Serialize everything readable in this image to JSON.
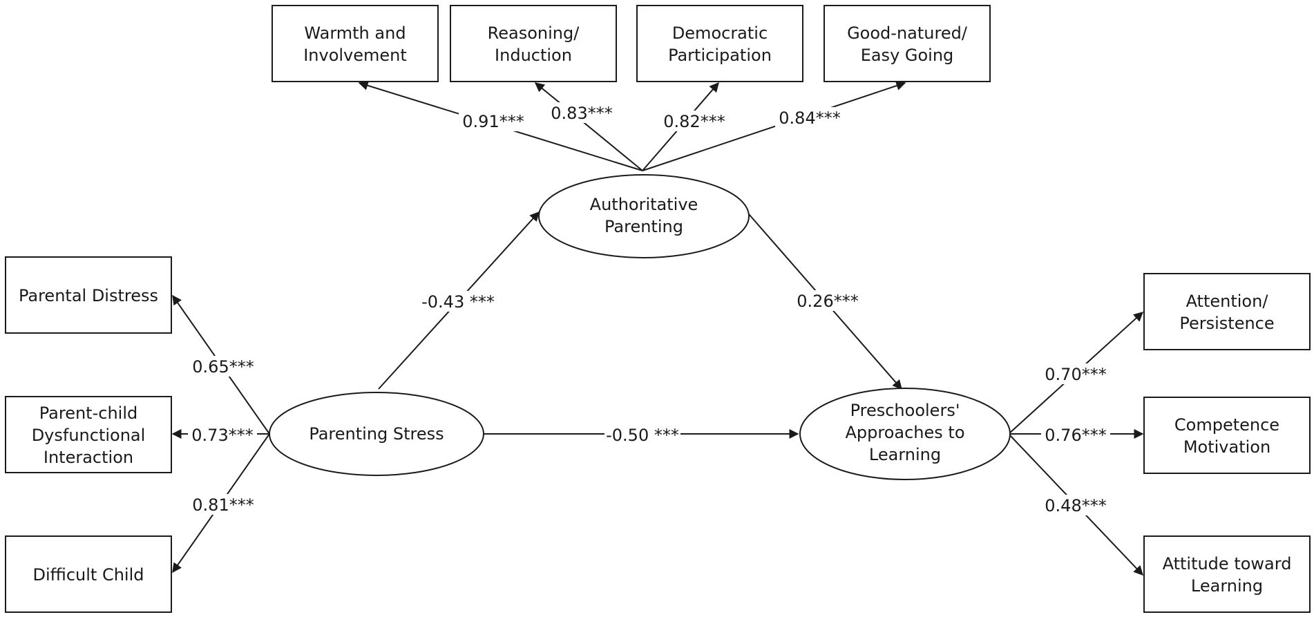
{
  "latent": {
    "authoritative": [
      "Authoritative",
      "Parenting"
    ],
    "stress": [
      "Parenting Stress"
    ],
    "approaches": [
      "Preschoolers'",
      "Approaches to",
      "Learning"
    ]
  },
  "indicators": {
    "warmth": [
      "Warmth and",
      "Involvement"
    ],
    "reasoning": [
      "Reasoning/",
      "Induction"
    ],
    "democratic": [
      "Democratic",
      "Participation"
    ],
    "good_natured": [
      "Good-natured/",
      "Easy Going"
    ],
    "parental_distress": [
      "Parental Distress"
    ],
    "dysfunctional": [
      "Parent-child",
      "Dysfunctional",
      "Interaction"
    ],
    "difficult_child": [
      "Difficult Child"
    ],
    "attention": [
      "Attention/",
      "Persistence"
    ],
    "competence": [
      "Competence",
      "Motivation"
    ],
    "attitude": [
      "Attitude toward",
      "Learning"
    ]
  },
  "loadings": {
    "warmth": "0.91***",
    "reasoning": "0.83***",
    "democratic": "0.82***",
    "good_natured": "0.84***",
    "parental_distress": "0.65***",
    "dysfunctional": "0.73***",
    "difficult_child": "0.81***",
    "attention": "0.70***",
    "competence": "0.76***",
    "attitude": "0.48***"
  },
  "paths": {
    "stress_to_authoritative": "-0.43 ***",
    "authoritative_to_approaches": "0.26***",
    "stress_to_approaches": "-0.50 ***"
  },
  "colors": {
    "stroke": "#1a1a1a",
    "background": "#ffffff"
  }
}
